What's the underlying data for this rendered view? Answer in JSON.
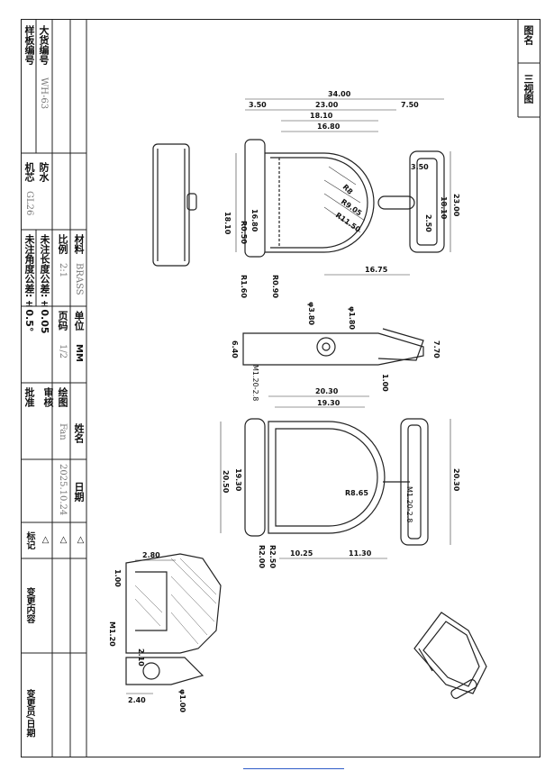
{
  "title_block": {
    "sample_no_label": "样板编号",
    "bulk_no_label": "大货编号",
    "bulk_no_value": "WH-63",
    "core_label": "机芯",
    "core_value": "GL26",
    "waterproof_label": "防水",
    "material_label": "材料",
    "material_value": "BRASS",
    "scale_label": "比例",
    "scale_value": "2:1",
    "unit_label": "单位",
    "unit_value": "MM",
    "page_label": "页码",
    "page_value": "1/2",
    "tol_length": "未注长度公差:±0.05",
    "tol_angle": "未注角度公差:±0.5°",
    "draw_label": "绘图",
    "review_label": "审核",
    "approve_label": "批准",
    "name_label": "姓名",
    "name_value": "Fan",
    "date_label": "日期",
    "date_value": "2025.10.24",
    "mark_label": "标记",
    "change_label": "变更内容",
    "changer_label": "变更员/日期",
    "triangle_1": "△",
    "triangle_2": "△",
    "triangle_3": "△"
  },
  "header": {
    "drawing_name_label": "图名",
    "drawing_name_value": "三视图"
  },
  "top_view": {
    "d_34": "34.00",
    "d_3_50a": "3.50",
    "d_23": "23.00",
    "d_7_50": "7.50",
    "d_18_10": "18.10",
    "d_16_80": "16.80",
    "d_3_50b": "3.50",
    "v_18_10": "18.10",
    "v_16_80": "16.80",
    "v_23": "23.00",
    "v_18_10r": "18.10",
    "d_2_50": "2.50",
    "r_8": "R8",
    "r_9_05": "R9.05",
    "r_11_50": "R11.50",
    "r_0_50": "R0.50",
    "r_1_60": "R1.60",
    "r_0_90": "R0.90",
    "d_16_75": "16.75"
  },
  "side_view": {
    "d_3_80": "φ3.80",
    "d_1_80": "φ1.80",
    "d_6_40": "6.40",
    "d_7_70": "7.70",
    "d_1_00": "1.00",
    "m_label": "M1.20-2.8"
  },
  "bottom_view": {
    "d_20_30": "20.30",
    "d_19_30": "19.30",
    "v_20_50": "20.50",
    "v_19_30": "19.30",
    "v_20_30": "20.30",
    "r_8_65": "R8.65",
    "m_label": "M1.20-2.8",
    "r_2_50": "R2.50",
    "r_2_00": "R2.00",
    "d_10_25": "10.25",
    "d_11_30": "11.30"
  },
  "detail_view": {
    "d_2_80": "2.80",
    "d_1_00": "1.00",
    "d_m": "M1.20",
    "d_2_10": "2.10",
    "d_2_40": "2.40",
    "d_phi": "φ1.00"
  }
}
